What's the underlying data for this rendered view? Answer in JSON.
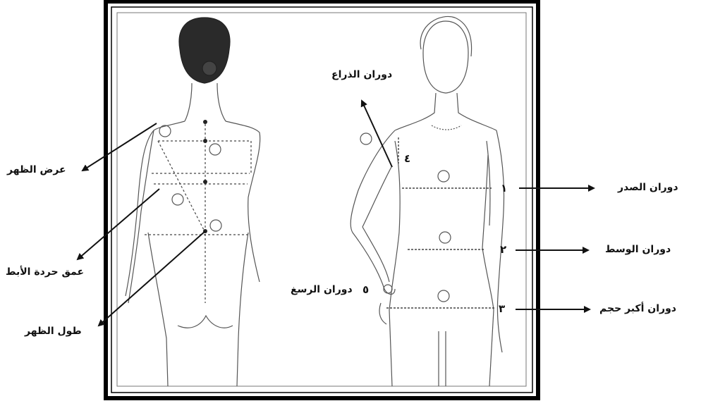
{
  "labels": {
    "back_width": "عرض الظهر",
    "armhole_depth": "عمق حردة الأبط",
    "back_length": "طول الظهر",
    "arm_circumference": "دوران الذراع",
    "wrist_circumference": "دوران الرسغ",
    "chest_circumference": "دوران الصدر",
    "waist_circumference": "دوران الوسط",
    "hip_circumference": "دوران أكبر حجم"
  },
  "numbers": {
    "chest": "١",
    "waist": "٢",
    "hip": "٣",
    "arm": "٤",
    "wrist": "٥"
  },
  "colors": {
    "line": "#111111",
    "sketch": "#555555",
    "frame": "#000000",
    "background": "#ffffff"
  }
}
